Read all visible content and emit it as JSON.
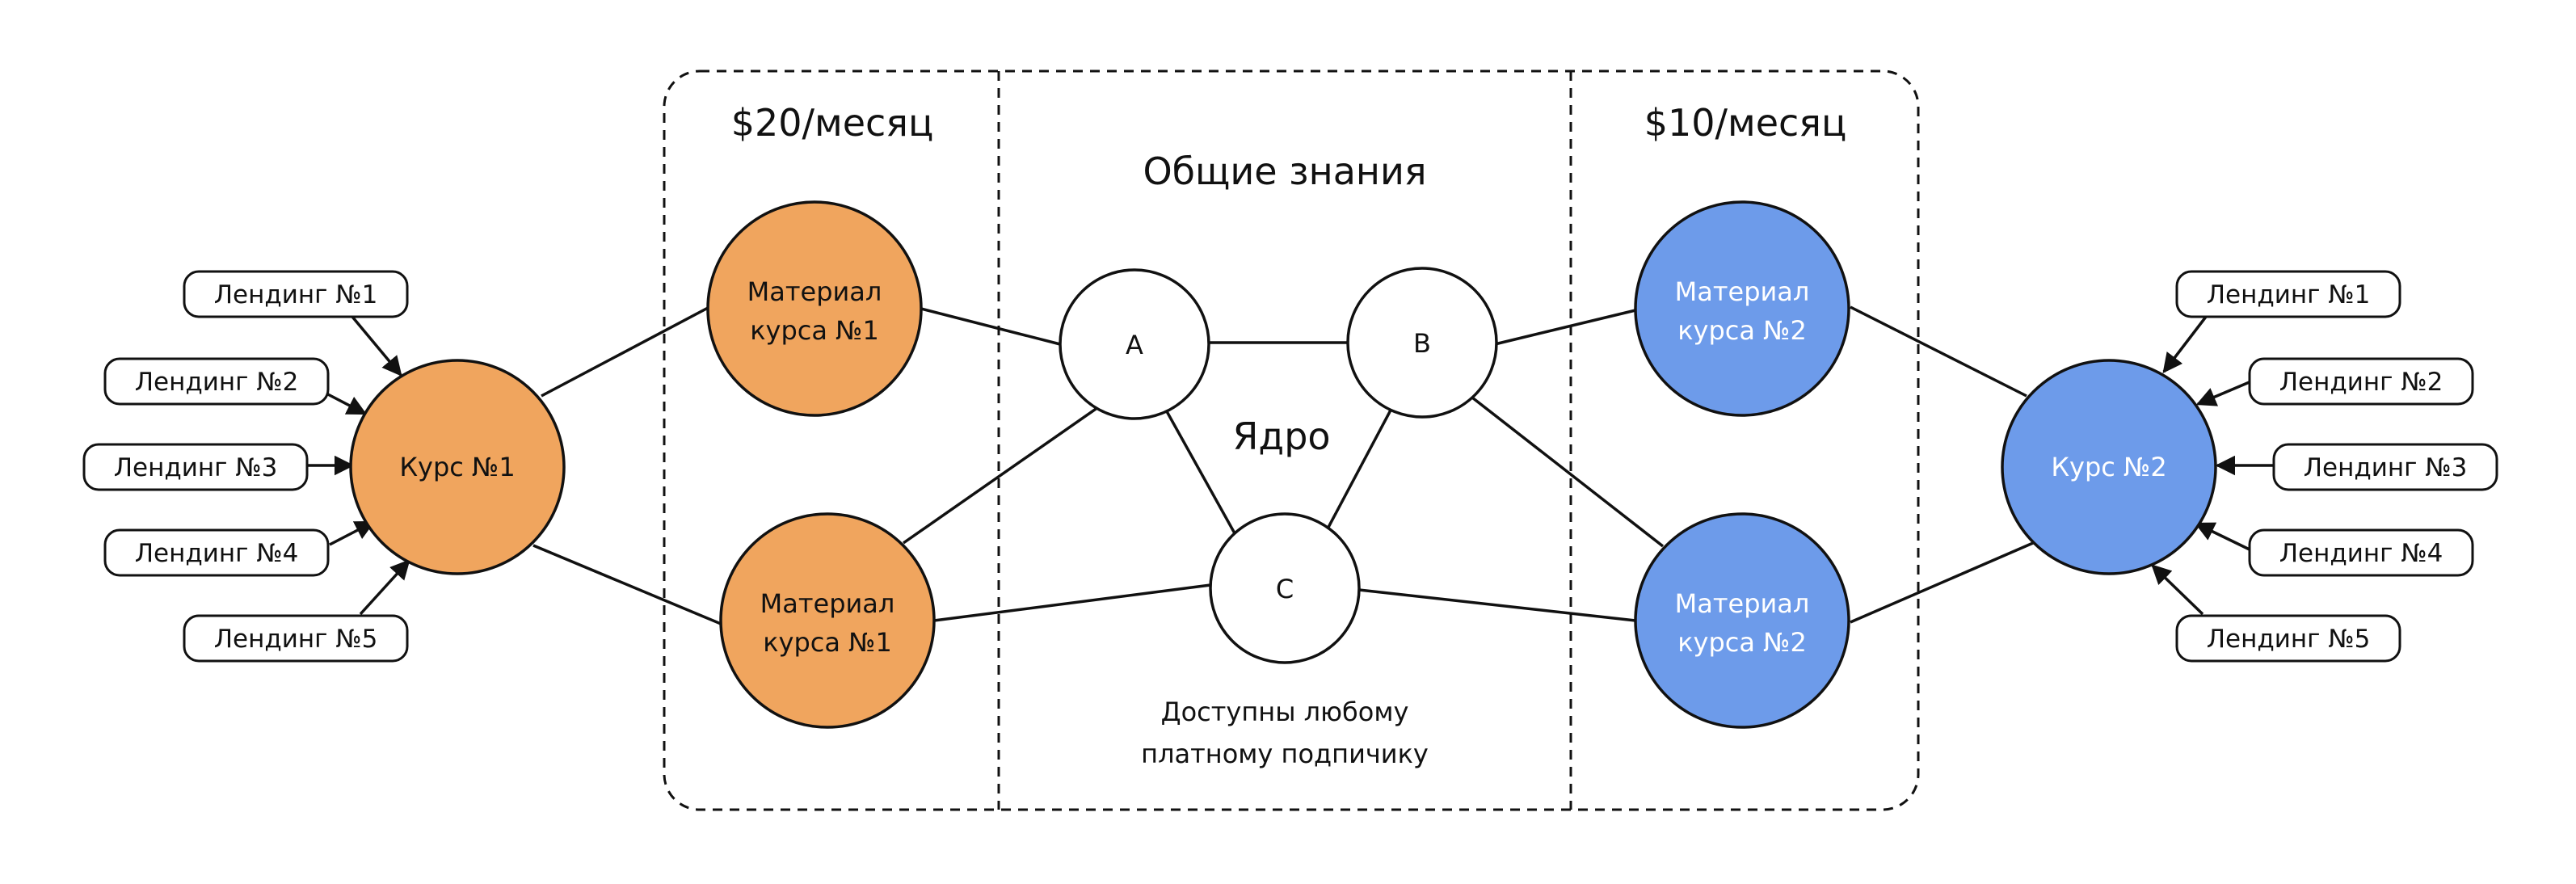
{
  "colors": {
    "course1": "#F0A55E",
    "course2": "#6D9BEA",
    "core_node": "#ffffff",
    "line": "#111111"
  },
  "sections": {
    "left_price": "$20/месяц",
    "core_title": "Общие знания",
    "right_price": "$10/месяц"
  },
  "core": {
    "label": "Ядро",
    "caption_line1": "Доступны любому",
    "caption_line2": "платному подпичику",
    "nodes": {
      "a": "A",
      "b": "B",
      "c": "C"
    }
  },
  "course1": {
    "label": "Курс №1",
    "material_top_line1": "Материал",
    "material_top_line2": "курса №1",
    "material_bottom_line1": "Материал",
    "material_bottom_line2": "курса №1",
    "landings": [
      "Лендинг №1",
      "Лендинг №2",
      "Лендинг №3",
      "Лендинг №4",
      "Лендинг №5"
    ]
  },
  "course2": {
    "label": "Курс №2",
    "material_top_line1": "Материал",
    "material_top_line2": "курса №2",
    "material_bottom_line1": "Материал",
    "material_bottom_line2": "курса №2",
    "landings": [
      "Лендинг №1",
      "Лендинг №2",
      "Лендинг №3",
      "Лендинг №4",
      "Лендинг №5"
    ]
  }
}
